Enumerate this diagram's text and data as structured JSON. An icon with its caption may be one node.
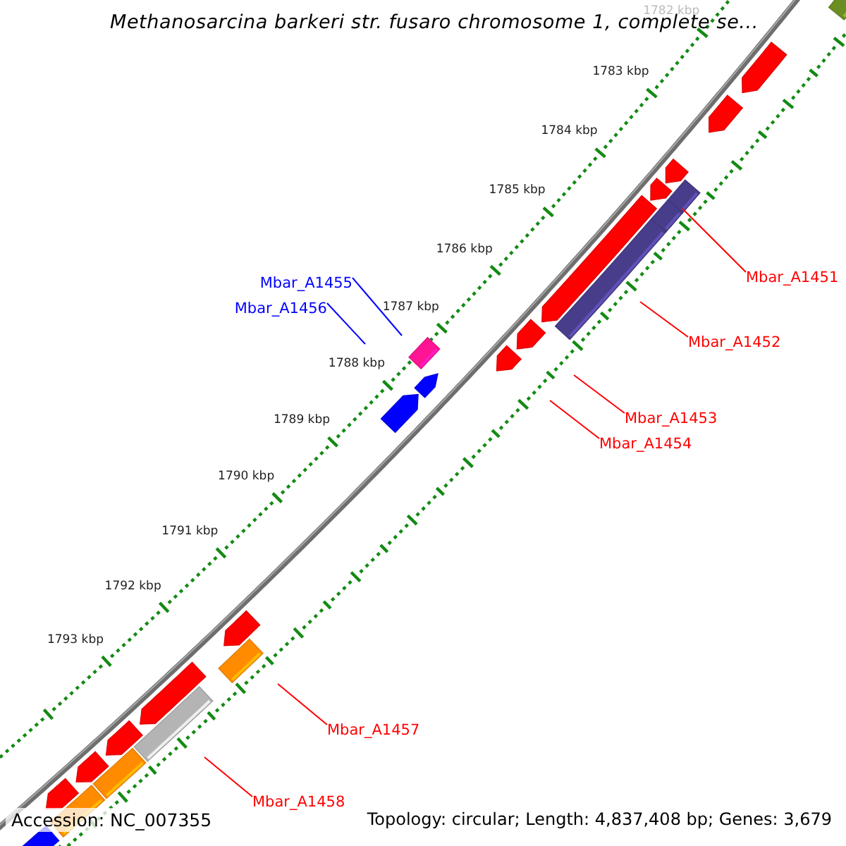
{
  "diagram": {
    "title": "Methanosarcina barkeri str. fusaro chromosome 1, complete se...",
    "nodes": [
      {
        "text": [
          "Mbar_A1451"
        ]
      },
      {
        "text": [
          "Mbar_A1455"
        ]
      },
      {
        "text": [
          "Mbar_A1456"
        ]
      },
      {
        "text": [
          "Mbar_A1452"
        ]
      },
      {
        "text": [
          "Mbar_A1453"
        ]
      },
      {
        "text": [
          "Mbar_A1454"
        ]
      },
      {
        "text": [
          "Mbar_A1457"
        ]
      },
      {
        "text": [
          "Mbar_A1458"
        ]
      }
    ],
    "edges": [
      {
        "from": 0,
        "to": null,
        "arrow": "none"
      },
      {
        "from": 1,
        "to": null,
        "arrow": "none",
        "color": "#0000ff"
      },
      {
        "from": 2,
        "to": null,
        "arrow": "none",
        "color": "#0000ff"
      },
      {
        "from": 3,
        "to": null,
        "arrow": "none"
      },
      {
        "from": 4,
        "to": null,
        "arrow": "none"
      },
      {
        "from": 5,
        "to": null,
        "arrow": "none"
      },
      {
        "from": 6,
        "to": null,
        "arrow": "none"
      },
      {
        "from": 7,
        "to": null,
        "arrow": "none"
      }
    ],
    "labels": [
      "1782 kbp",
      "1783 kbp",
      "1784 kbp",
      "1785 kbp",
      "1786 kbp",
      "1787 kbp",
      "1788 kbp",
      "1789 kbp",
      "1790 kbp",
      "1791 kbp",
      "1792 kbp",
      "1793 kbp",
      "Accession: NC_007355",
      "Topology: circular; Length: 4,837,408 bp; Genes: 3,679"
    ]
  }
}
